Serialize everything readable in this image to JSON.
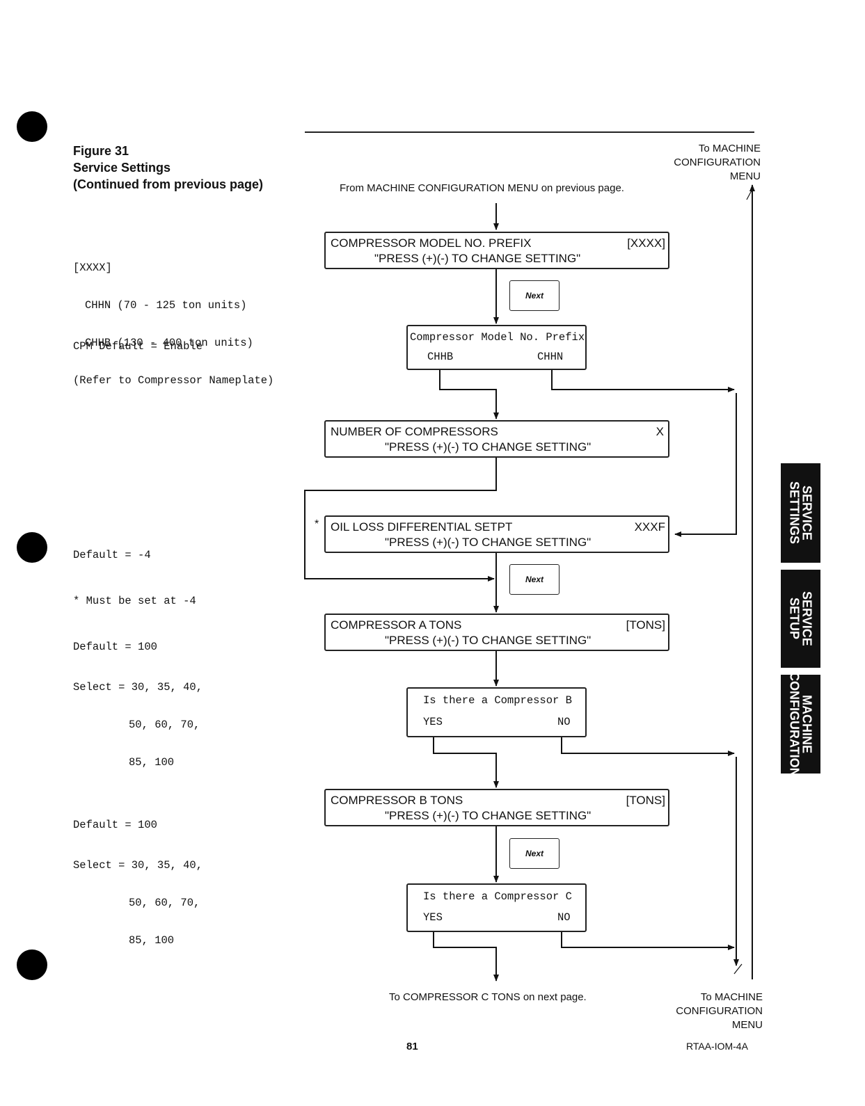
{
  "figure": {
    "number": "Figure 31",
    "title": "Service Settings",
    "subtitle": "(Continued from previous page)"
  },
  "left_notes": {
    "prefix_header": "[XXXX]",
    "prefix_line1": "CHHN (70 - 125 ton units)",
    "prefix_line2": "CHHB (130 - 400 ton units)",
    "prefix_line3": "(Refer to Compressor Nameplate)",
    "cpm_default": "CPM Default = Enable",
    "oil_default": "Default = -4",
    "oil_must": "* Must be set at -4",
    "a_default": "Default = 100",
    "a_select1": "Select = 30, 35, 40,",
    "a_select2": "50, 60, 70,",
    "a_select3": "85, 100",
    "b_default": "Default = 100",
    "b_select1": "Select = 30, 35, 40,",
    "b_select2": "50, 60, 70,",
    "b_select3": "85, 100"
  },
  "flow": {
    "from_text": "From MACHINE CONFIGURATION MENU on previous page.",
    "to_top": [
      "To MACHINE",
      "CONFIGURATION",
      "MENU"
    ],
    "to_bottom": [
      "To MACHINE",
      "CONFIGURATION",
      "MENU"
    ],
    "next_page": "To COMPRESSOR C TONS on next page.",
    "press_text": "\"PRESS (+)(-) TO CHANGE SETTING\"",
    "next_label": "Next",
    "box_prefix": {
      "title": "COMPRESSOR MODEL NO. PREFIX",
      "value": "[XXXX]"
    },
    "box_prefix_q": {
      "title": "Compressor Model No. Prefix",
      "left": "CHHB",
      "right": "CHHN"
    },
    "box_num": {
      "title": "NUMBER OF COMPRESSORS",
      "value": "X"
    },
    "box_oil": {
      "title": "OIL LOSS DIFFERENTIAL SETPT",
      "value": "XXXF",
      "marker": "*"
    },
    "box_a": {
      "title": "COMPRESSOR A TONS",
      "value": "[TONS]"
    },
    "box_b_q": {
      "title": "Is there a Compressor B",
      "left": "YES",
      "right": "NO"
    },
    "box_b": {
      "title": "COMPRESSOR B TONS",
      "value": "[TONS]"
    },
    "box_c_q": {
      "title": "Is there a Compressor C",
      "left": "YES",
      "right": "NO"
    }
  },
  "tabs": {
    "service_settings": "SERVICE\nSETTINGS",
    "service_setup": "SERVICE\nSETUP",
    "machine_config": "MACHINE\nCONFIGURATION"
  },
  "footer": {
    "page_number": "81",
    "doc_id": "RTAA-IOM-4A"
  }
}
